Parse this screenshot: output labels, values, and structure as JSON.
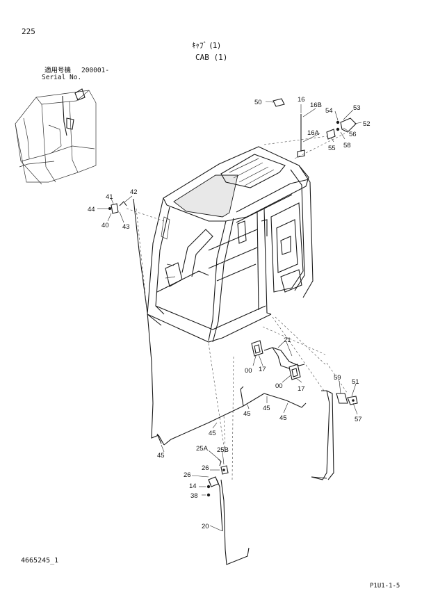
{
  "header": {
    "page_number": "225",
    "title_jp": "ｷｬﾌﾞ (1)",
    "title_en": "CAB (1)",
    "serial_label_jp": "適用号機",
    "serial_label_en": "Serial No.",
    "serial_value": "200001-"
  },
  "callouts": [
    "50",
    "16",
    "16B",
    "54",
    "53",
    "52",
    "56",
    "16A",
    "55",
    "58",
    "41",
    "42",
    "44",
    "40",
    "43",
    "21",
    "00",
    "17",
    "00",
    "17",
    "59",
    "51",
    "57",
    "45",
    "45",
    "45",
    "45",
    "45",
    "25A",
    "25B",
    "26",
    "26",
    "14",
    "38",
    "20"
  ],
  "footer": {
    "drawing_id": "4665245_1",
    "sheet_ref": "P1U1-1-5"
  }
}
